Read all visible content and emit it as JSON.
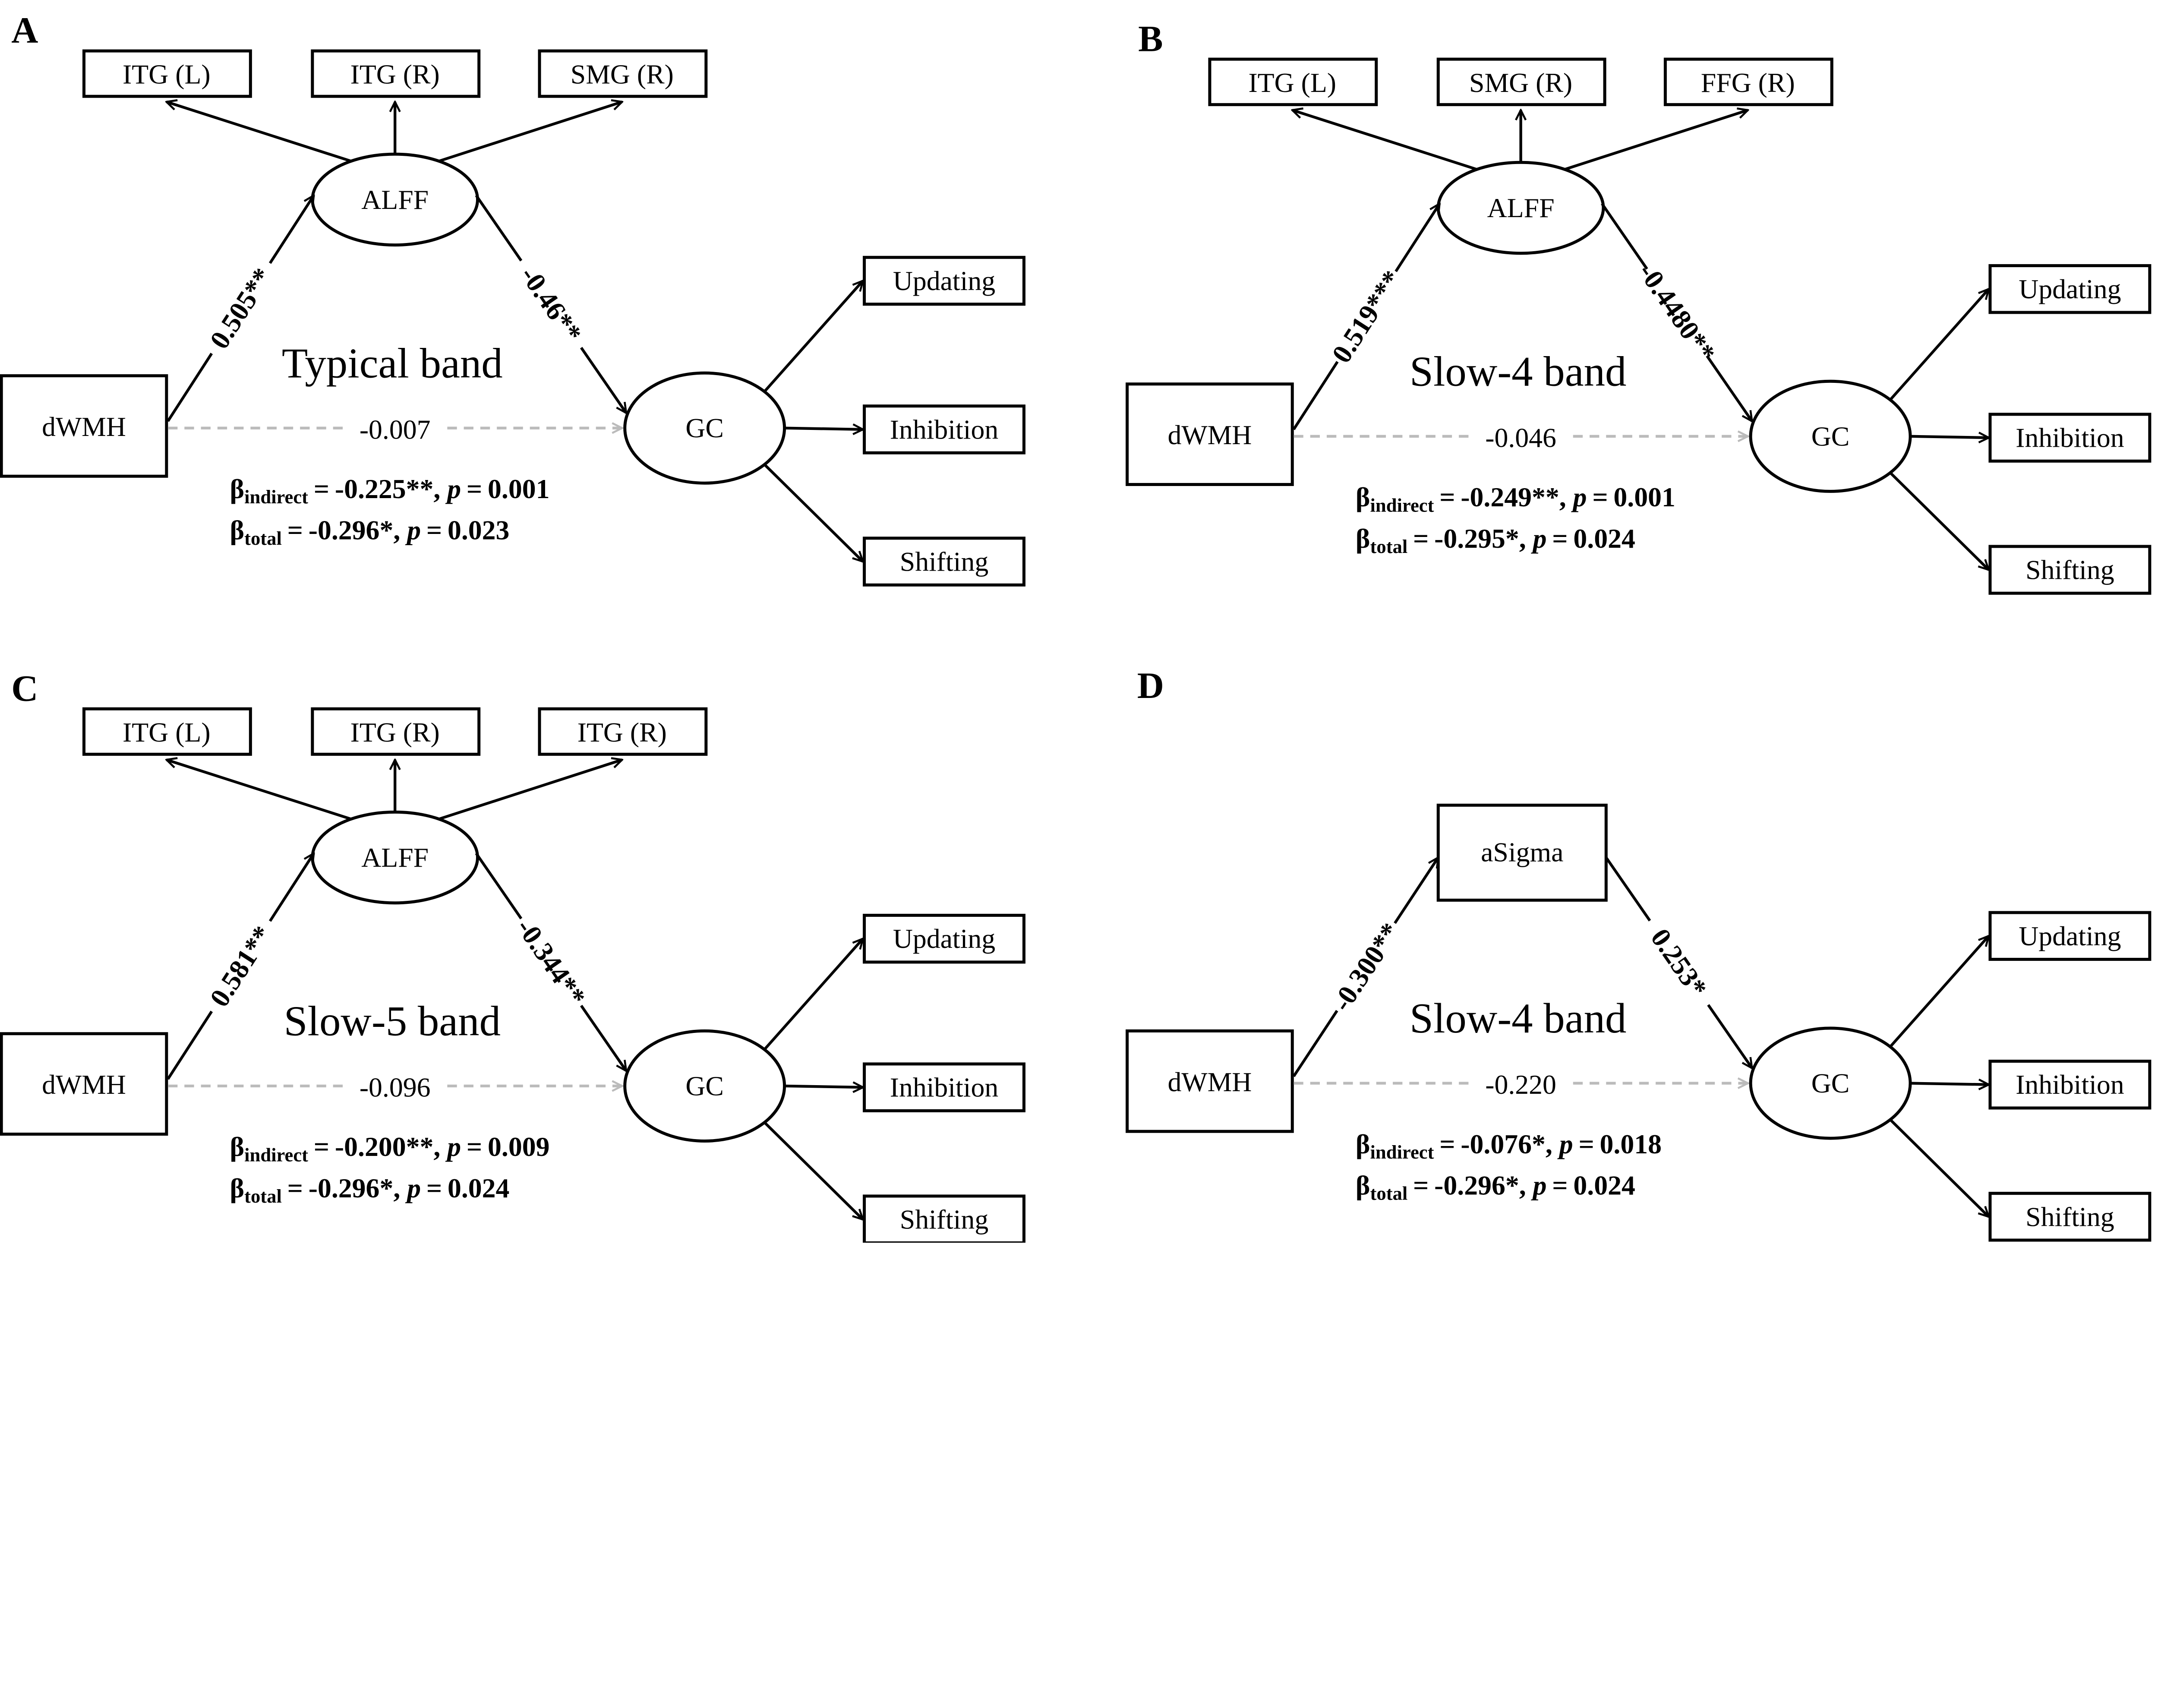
{
  "common": {
    "beta": "β",
    "p": "p",
    "equals": "="
  },
  "colors": {
    "line": "#000000",
    "direct_path": "#bbbbbb"
  },
  "panels": [
    {
      "letter": "A",
      "band": "Typical band",
      "predictor": "dWMH",
      "mediator": "ALFF",
      "mediator_shape": "ellipse",
      "regions": [
        "ITG (L)",
        "ITG (R)",
        "SMG (R)"
      ],
      "outcome": "GC",
      "outcome_indicators": [
        "Updating",
        "Inhibition",
        "Shifting"
      ],
      "a_path": "0.505**",
      "b_path": "-0.46**",
      "direct": "-0.007",
      "indirect": {
        "sub": "indirect",
        "value": "-0.225**,",
        "p": "0.001"
      },
      "total": {
        "sub": "total",
        "value": "-0.296*,",
        "p": "0.023"
      }
    },
    {
      "letter": "B",
      "band": "Slow-4 band",
      "predictor": "dWMH",
      "mediator": "ALFF",
      "mediator_shape": "ellipse",
      "regions": [
        "ITG (L)",
        "SMG (R)",
        "FFG (R)"
      ],
      "outcome": "GC",
      "outcome_indicators": [
        "Updating",
        "Inhibition",
        "Shifting"
      ],
      "a_path": "0.519***",
      "b_path": "-0.4480**",
      "direct": "-0.046",
      "indirect": {
        "sub": "indirect",
        "value": "-0.249**,",
        "p": "0.001"
      },
      "total": {
        "sub": "total",
        "value": "-0.295*,",
        "p": "0.024"
      }
    },
    {
      "letter": "C",
      "band": "Slow-5 band",
      "predictor": "dWMH",
      "mediator": "ALFF",
      "mediator_shape": "ellipse",
      "regions": [
        "ITG (L)",
        "ITG (R)",
        "ITG (R)"
      ],
      "outcome": "GC",
      "outcome_indicators": [
        "Updating",
        "Inhibition",
        "Shifting"
      ],
      "a_path": "0.581**",
      "b_path": "-0.344**",
      "direct": "-0.096",
      "indirect": {
        "sub": "indirect",
        "value": "-0.200**,",
        "p": "0.009"
      },
      "total": {
        "sub": "total",
        "value": "-0.296*,",
        "p": "0.024"
      }
    },
    {
      "letter": "D",
      "band": "Slow-4 band",
      "predictor": "dWMH",
      "mediator": "aSigma",
      "mediator_shape": "rect",
      "regions": [],
      "outcome": "GC",
      "outcome_indicators": [
        "Updating",
        "Inhibition",
        "Shifting"
      ],
      "a_path": "-0.300**",
      "b_path": "0.253*",
      "direct": "-0.220",
      "indirect": {
        "sub": "indirect",
        "value": "-0.076*,",
        "p": "0.018"
      },
      "total": {
        "sub": "total",
        "value": "-0.296*,",
        "p": "0.024"
      }
    }
  ]
}
